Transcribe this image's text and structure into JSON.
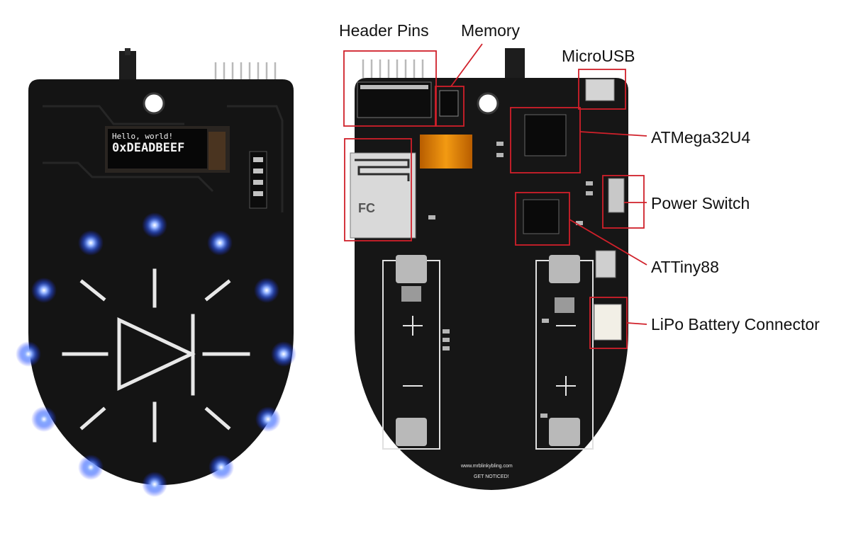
{
  "labels": {
    "header_pins": "Header Pins",
    "memory": "Memory",
    "microusb": "MicroUSB",
    "atmega": "ATMega32U4",
    "power_switch": "Power Switch",
    "attiny": "ATTiny88",
    "lipo": "LiPo Battery Connector"
  },
  "oled": {
    "line1": "Hello, world!",
    "line2": "0xDEADBEEF"
  },
  "silkscreen": {
    "url": "www.mrblinkybling.com",
    "slogan": "GET NOTICED!"
  },
  "colors": {
    "board": "#141414",
    "led_blue": "#3d6bff",
    "callout_red": "#d0202a",
    "pad_silver": "#c9c9c9"
  }
}
